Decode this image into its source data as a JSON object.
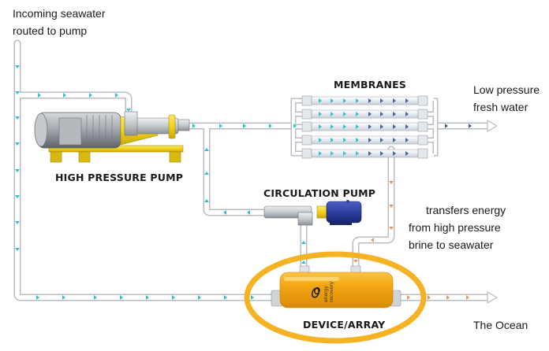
{
  "title": "Reverse osmosis desalination with energy recovery device",
  "labels": {
    "incoming": [
      "Incoming seawater",
      "routed to pump"
    ],
    "high_pressure_pump": "HIGH PRESSURE PUMP",
    "membranes": "MEMBRANES",
    "fresh_water": [
      "Low pressure",
      "fresh water"
    ],
    "circulation_pump": "CIRCULATION PUMP",
    "transfer_note": [
      "transfers energy",
      "from high pressure",
      "brine to seawater"
    ],
    "device": "DEVICE/ARRAY",
    "ocean": "The Ocean",
    "device_brand": [
      "energy",
      "recovery"
    ]
  },
  "colors": {
    "seawater_arrow": "#3bbfcf",
    "brine_arrow": "#e39a62",
    "fresh_arrow": "#4a5f9c",
    "pipe_fill": "#ffffff",
    "pipe_edge": "#b8bec4",
    "highlight_ring": "#f5b324",
    "device_body": "#f5a815",
    "pump_yellow": "#f2d21c",
    "motor_grey": "#9aa0a6",
    "circ_motor_blue": "#2c3e9e"
  },
  "flows": [
    {
      "name": "seawater-inlet",
      "color_key": "seawater_arrow"
    },
    {
      "name": "high-pressure-feed",
      "color_key": "seawater_arrow"
    },
    {
      "name": "permeate",
      "color_key": "fresh_arrow"
    },
    {
      "name": "brine",
      "color_key": "brine_arrow"
    },
    {
      "name": "discharge",
      "color_key": "brine_arrow"
    }
  ]
}
